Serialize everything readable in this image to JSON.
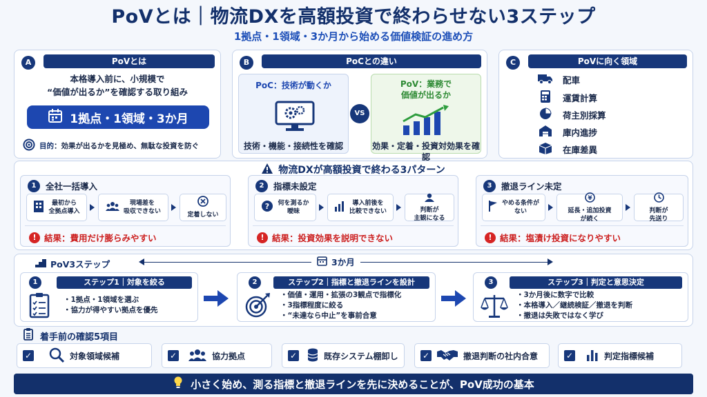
{
  "title": "PoVとは｜物流DXを高額投資で終わらせない3ステップ",
  "subtitle": "1拠点・1領域・3か月から始める価値検証の進め方",
  "panel_a": {
    "badge": "A",
    "heading": "PoVとは",
    "line1": "本格導入前に、小規模で",
    "line2": "“価値が出るか”を確認する取り組み",
    "pill": "1拠点・1領域・3か月",
    "goal_label": "目的",
    "goal_text": "：効果が出るかを見極め、無駄な投資を防ぐ"
  },
  "panel_b": {
    "badge": "B",
    "heading": "PoCとの違い",
    "poc_title": "PoC：技術が動くか",
    "poc_caption": "技術・機能・接続性を確認",
    "vs": "VS",
    "pov_title_1": "PoV：業務で",
    "pov_title_2": "価値が出るか",
    "pov_caption": "効果・定着・投資対効果を確認"
  },
  "panel_c": {
    "badge": "C",
    "heading": "PoVに向く領域",
    "items": [
      "配車",
      "運賃計算",
      "荷主別採算",
      "庫内進捗",
      "在庫差異"
    ]
  },
  "patterns": {
    "heading": "物流DXが高額投資で終わる3パターン",
    "result_label": "結果：",
    "p1": {
      "num": "1",
      "title": "全社一括導入",
      "b1": [
        "最初から",
        "全拠点導入"
      ],
      "b2": [
        "現場差を",
        "吸収できない"
      ],
      "b3": [
        "定着しない"
      ],
      "result": "費用だけ膨らみやすい"
    },
    "p2": {
      "num": "2",
      "title": "指標未設定",
      "b1": [
        "何を測るか",
        "曖昧"
      ],
      "b2": [
        "導入前後を",
        "比較できない"
      ],
      "b3": [
        "判断が",
        "主観になる"
      ],
      "result": "投資効果を説明できない"
    },
    "p3": {
      "num": "3",
      "title": "撤退ライン未定",
      "b1": [
        "やめる条件が",
        "ない"
      ],
      "b2": [
        "延長・追加投資",
        "が続く"
      ],
      "b3": [
        "判断が",
        "先送り"
      ],
      "result": "塩漬け投資になりやすい"
    }
  },
  "steps": {
    "heading": "PoV3ステップ",
    "duration": "3か月",
    "s1": {
      "num": "1",
      "title": "ステップ1｜対象を絞る",
      "bullets": [
        "・1拠点・1領域を選ぶ",
        "・協力が得やすい拠点を優先"
      ]
    },
    "s2": {
      "num": "2",
      "title": "ステップ2｜指標と撤退ラインを設計",
      "bullets": [
        "・価値・運用・拡張の3観点で指標化",
        "・3指標程度に絞る",
        "・“未達なら中止”を事前合意"
      ]
    },
    "s3": {
      "num": "3",
      "title": "ステップ3｜判定と意思決定",
      "bullets": [
        "・3か月後に数字で比較",
        "・本格導入／継続検証／撤退を判断",
        "・撤退は失敗ではなく学び"
      ]
    }
  },
  "checks": {
    "heading": "着手前の確認5項目",
    "items": [
      "対象領域候補",
      "協力拠点",
      "既存システム棚卸し",
      "撤退判断の社内合意",
      "判定指標候補"
    ]
  },
  "footer": "小さく始め、測る指標と撤退ラインを先に決めることが、PoV成功の基本",
  "colors": {
    "navy": "#13306b",
    "accent": "#1d47b0",
    "alert": "#d62424",
    "green": "#2e9d3e"
  }
}
